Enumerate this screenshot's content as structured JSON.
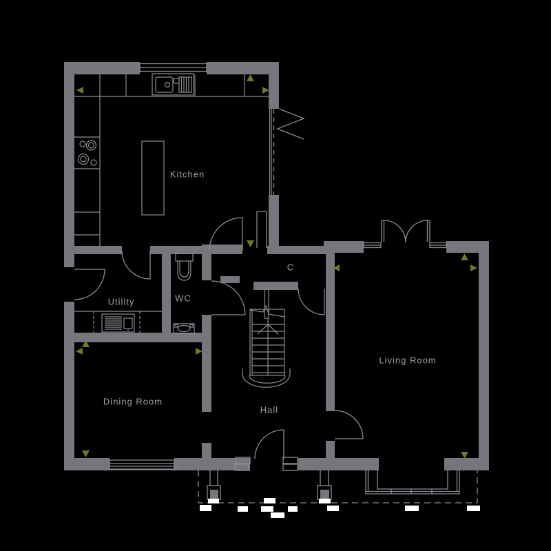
{
  "rooms": {
    "kitchen": {
      "label": "Kitchen"
    },
    "utility": {
      "label": "Utility"
    },
    "wc": {
      "label": "WC"
    },
    "cupboard": {
      "label": "C"
    },
    "living_room": {
      "label": "Living Room"
    },
    "dining_room": {
      "label": "Dining Room"
    },
    "hall": {
      "label": "Hall"
    }
  },
  "colors": {
    "wall": "#76777c",
    "fixture_line": "#8b8d92",
    "label_text": "#9da0a5",
    "dimension_marker": "#6b7a2b",
    "background": "#000000",
    "blank_label_box": "#ffffff"
  },
  "markers": {
    "shape": "triangle",
    "meaning": "dimension-extent-arrow",
    "directions": [
      "left",
      "right",
      "up",
      "down"
    ],
    "rooms_with_markers": [
      "kitchen",
      "living_room",
      "dining_room"
    ]
  }
}
